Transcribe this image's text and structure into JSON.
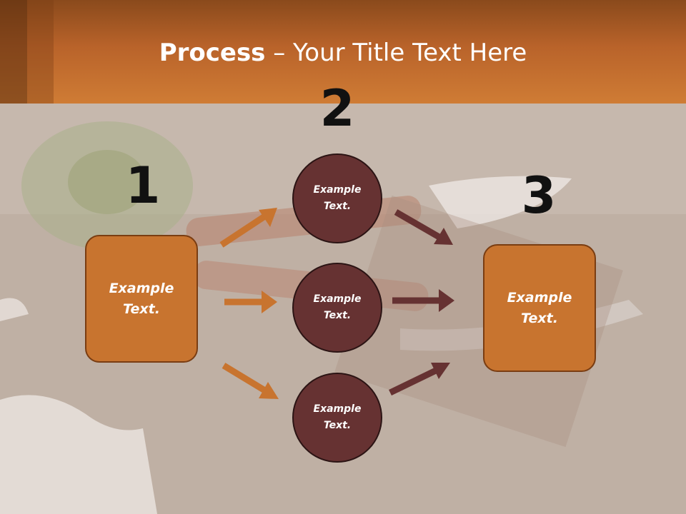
{
  "title": {
    "bold": "Process",
    "rest": " – Your Title Text Here"
  },
  "numbers": [
    "1",
    "2",
    "3"
  ],
  "box_left": {
    "label": "Example\nText."
  },
  "circles": [
    {
      "label": "Example\nText."
    },
    {
      "label": "Example\nText."
    },
    {
      "label": "Example\nText."
    }
  ],
  "box_right": {
    "label": "Example\nText."
  },
  "colors": {
    "header": "#c8742f",
    "box_fill": "#c8742f",
    "circle_fill": "#663232",
    "arrow_orange": "#c8742f",
    "arrow_brown": "#663232"
  }
}
